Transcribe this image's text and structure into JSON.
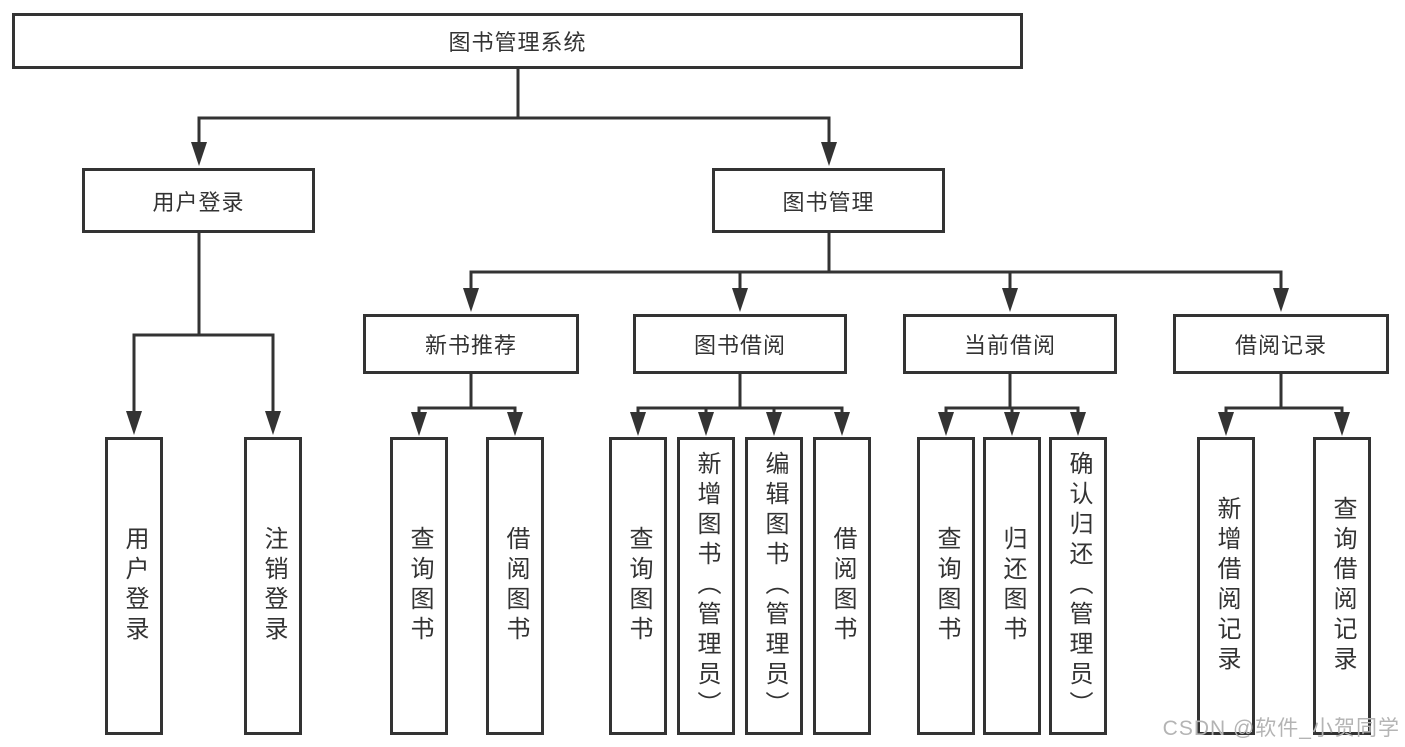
{
  "colors": {
    "line": "#333333",
    "box_border": "#333333",
    "box_fill": "#ffffff",
    "text": "#333333",
    "watermark_text": "#b4b4b4",
    "background": "#ffffff"
  },
  "watermark": {
    "text": "CSDN @软件_小贺同学"
  },
  "diagram": {
    "root": {
      "label": "图书管理系统"
    },
    "branches": [
      {
        "label": "用户登录",
        "leaves": [
          {
            "label": "用户登录"
          },
          {
            "label": "注销登录"
          }
        ]
      },
      {
        "label": "图书管理",
        "children": [
          {
            "label": "新书推荐",
            "leaves": [
              {
                "label": "查询图书"
              },
              {
                "label": "借阅图书"
              }
            ]
          },
          {
            "label": "图书借阅",
            "leaves": [
              {
                "label": "查询图书"
              },
              {
                "label": "新增图书（管理员）"
              },
              {
                "label": "编辑图书（管理员）"
              },
              {
                "label": "借阅图书"
              }
            ]
          },
          {
            "label": "当前借阅",
            "leaves": [
              {
                "label": "查询图书"
              },
              {
                "label": "归还图书"
              },
              {
                "label": "确认归还（管理员）"
              }
            ]
          },
          {
            "label": "借阅记录",
            "leaves": [
              {
                "label": "新增借阅记录"
              },
              {
                "label": "查询借阅记录"
              }
            ]
          }
        ]
      }
    ]
  }
}
